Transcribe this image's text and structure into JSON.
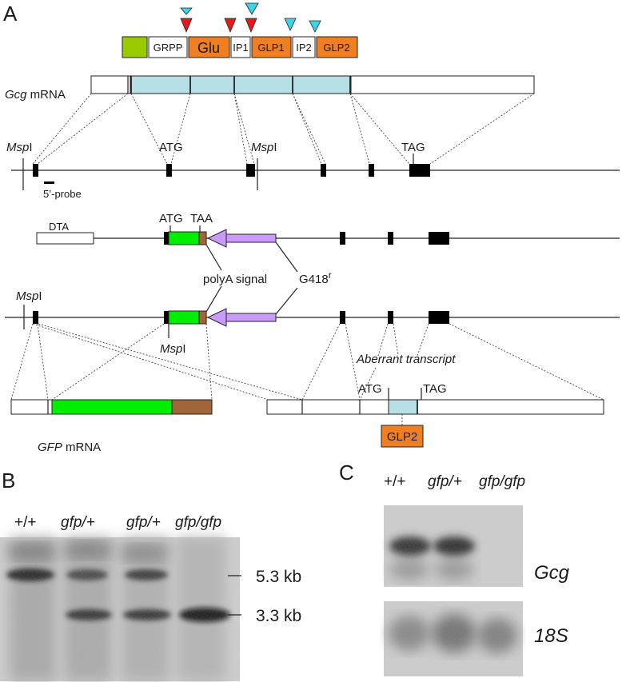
{
  "panels": {
    "a": "A",
    "b": "B",
    "c": "C"
  },
  "domains": {
    "grpp": "GRPP",
    "glu": "Glu",
    "ip1": "IP1",
    "glp1": "GLP1",
    "ip2": "IP2",
    "glp2": "GLP2"
  },
  "labels": {
    "gcg_mrna_gene": "Gcg",
    "gcg_mrna_suffix": " mRNA",
    "msp": "Msp",
    "msp_suffix": "I",
    "atg": "ATG",
    "tag": "TAG",
    "taa": "TAA",
    "probe": "5’-probe",
    "dta": "DTA",
    "polya": "polyA signal",
    "g418": "G418",
    "g418_sup": "r",
    "aberrant": "Aberrant transcript",
    "glp2_box": "GLP2",
    "gfp_mrna_gene": "GFP",
    "gfp_mrna_suffix": " mRNA"
  },
  "blot_b": {
    "lanes": [
      "+/+",
      "gfp/+",
      "gfp/+",
      "gfp/gfp"
    ],
    "sizes": [
      "5.3 kb",
      "3.3 kb"
    ]
  },
  "blot_c": {
    "lanes": [
      "+/+",
      "gfp/+",
      "gfp/gfp"
    ],
    "probes": [
      "Gcg",
      "18S"
    ]
  },
  "colors": {
    "signal_peptide": "#99cc00",
    "orange": "#f07f22",
    "mrna_coding": "#b7dfe6",
    "gfp": "#00ee00",
    "polya": "#a0663a",
    "neo": "#cc99ff",
    "tri_red": "#e3191c",
    "tri_cyan": "#3fd3e6"
  }
}
